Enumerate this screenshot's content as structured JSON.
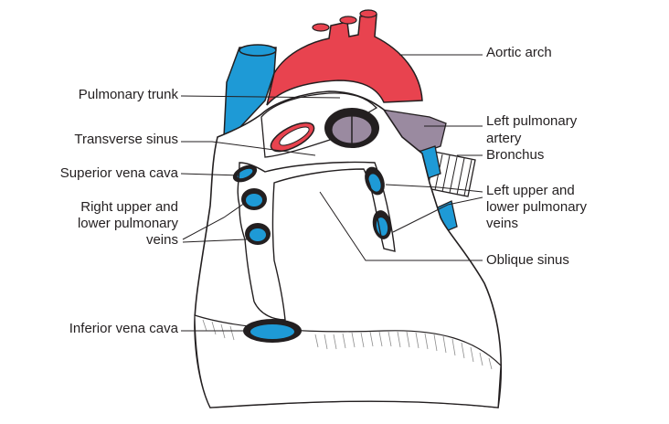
{
  "labels": {
    "aortic_arch": "Aortic arch",
    "pulmonary_trunk": "Pulmonary trunk",
    "left_pulmonary_artery_1": "Left pulmonary",
    "left_pulmonary_artery_2": "artery",
    "transverse_sinus": "Transverse sinus",
    "bronchus": "Bronchus",
    "superior_vena_cava": "Superior vena cava",
    "right_pulm_veins_1": "Right upper and",
    "right_pulm_veins_2": "lower pulmonary",
    "right_pulm_veins_3": "veins",
    "left_pulm_veins_1": "Left upper and",
    "left_pulm_veins_2": "lower pulmonary",
    "left_pulm_veins_3": "veins",
    "oblique_sinus": "Oblique sinus",
    "inferior_vena_cava": "Inferior vena cava"
  },
  "colors": {
    "artery_red": "#e8434f",
    "vein_blue": "#1e9ad6",
    "bronchus_purple": "#9a8aa0",
    "outline": "#231f20"
  }
}
